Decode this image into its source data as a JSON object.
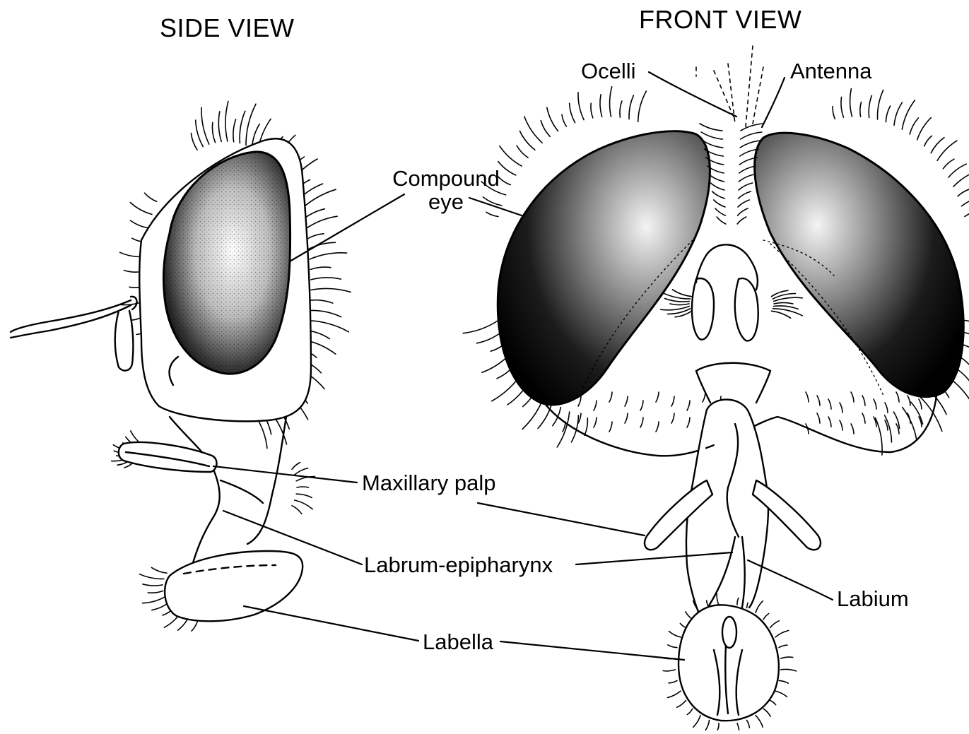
{
  "views": {
    "side_title": "SIDE VIEW",
    "front_title": "FRONT VIEW"
  },
  "labels": {
    "ocelli": "Ocelli",
    "antenna": "Antenna",
    "compound_eye_line1": "Compound",
    "compound_eye_line2": "eye",
    "maxillary_palp": "Maxillary palp",
    "labrum_epipharynx": "Labrum-epipharynx",
    "labium": "Labium",
    "labella": "Labella"
  },
  "colors": {
    "ink": "#000000",
    "paper": "#ffffff"
  }
}
